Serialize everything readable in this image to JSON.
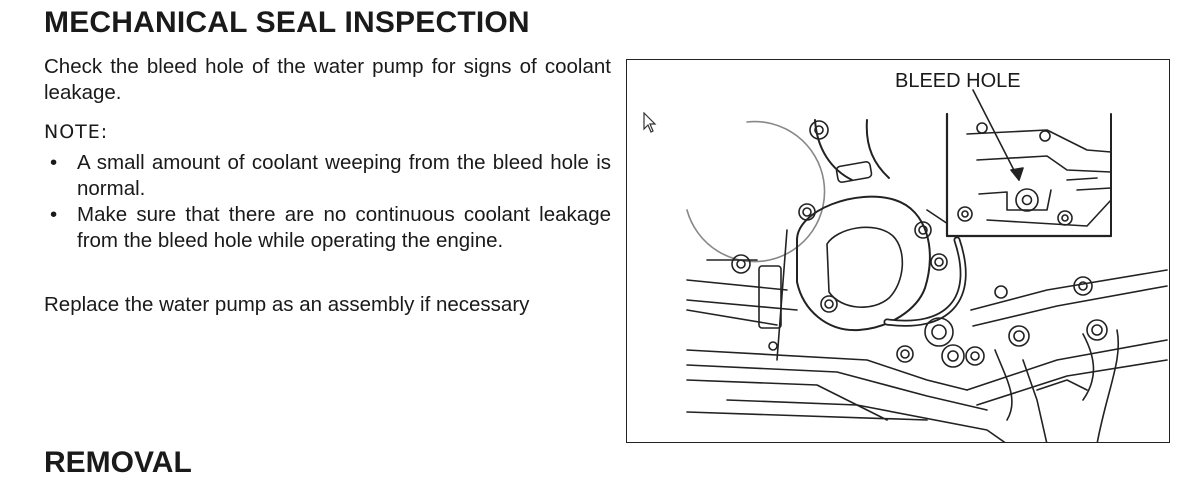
{
  "section_title": "MECHANICAL SEAL INSPECTION",
  "intro_text": "Check the bleed hole of the water pump for signs of coolant leakage.",
  "note_label": "NOTE:",
  "notes": [
    "A small amount of coolant weeping from the bleed hole is normal.",
    "Make sure that there are no continuous coolant leakage from the bleed hole while operating the engine."
  ],
  "replace_text": "Replace the water pump as an assembly if necessary",
  "next_section_title": "REMOVAL",
  "figure": {
    "callout_label": "BLEED HOLE",
    "icons": [
      "mouse-pointer-icon"
    ]
  }
}
